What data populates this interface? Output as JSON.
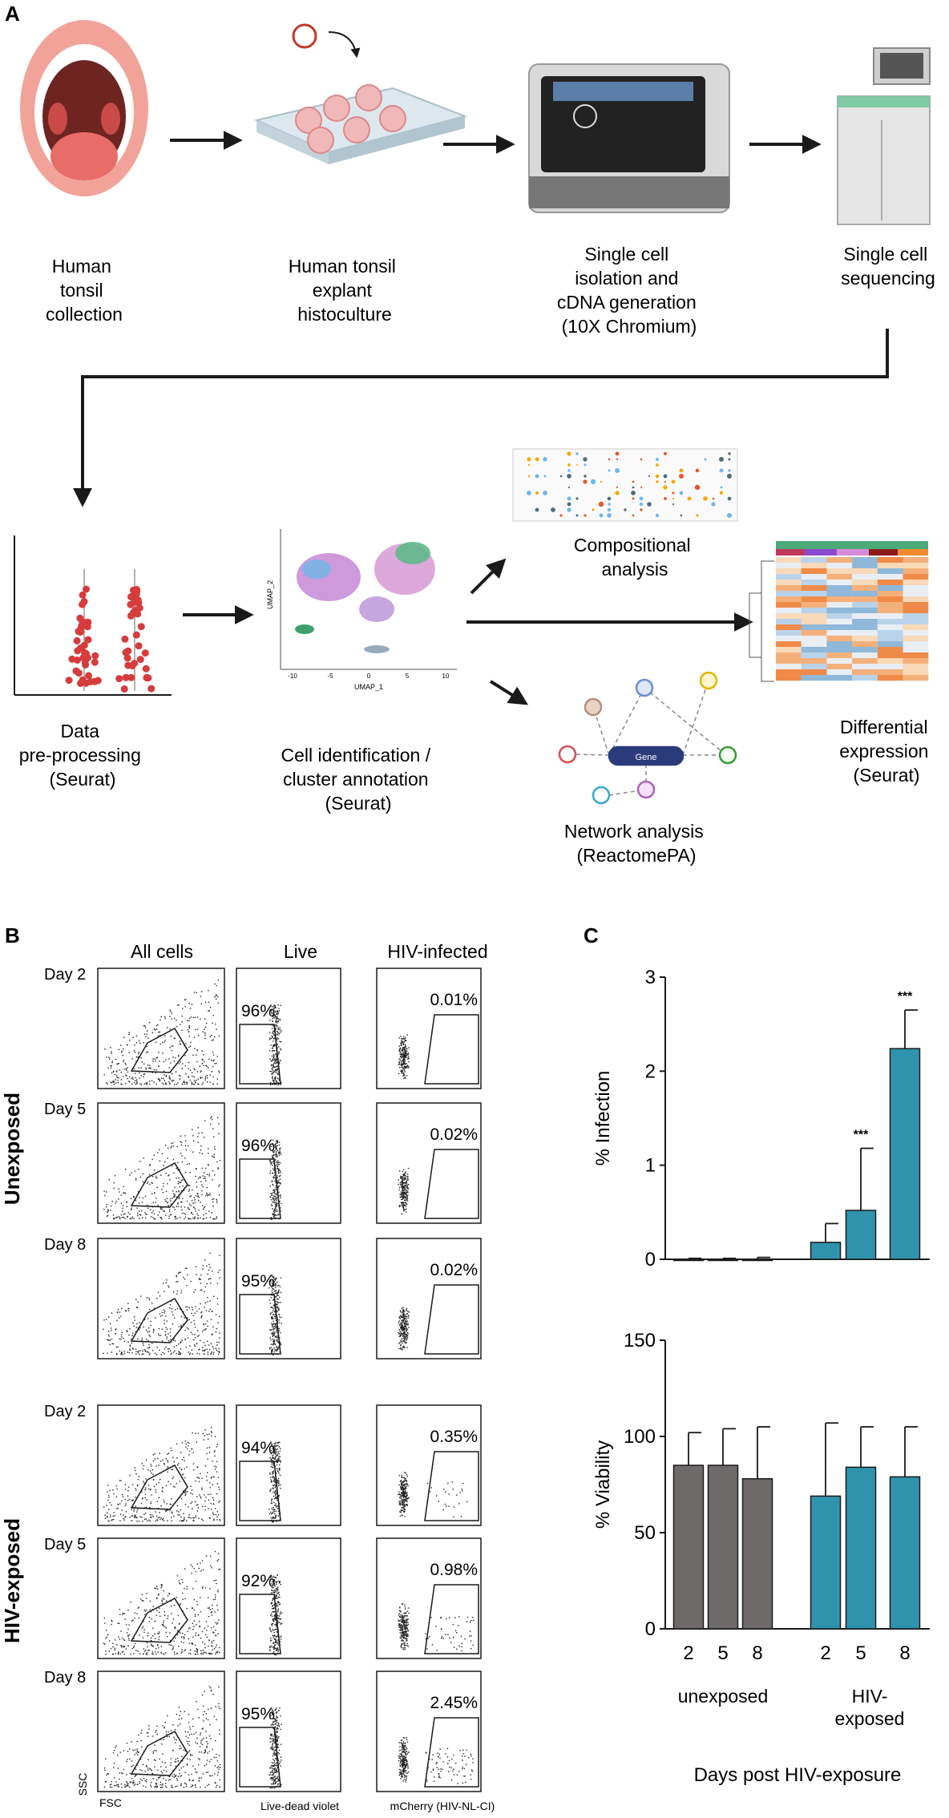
{
  "panel_labels": {
    "a": "A",
    "b": "B",
    "c": "C"
  },
  "panel_a": {
    "steps": [
      {
        "lines": [
          "Human",
          "tonsil",
          "collection"
        ]
      },
      {
        "lines": [
          "Human tonsil",
          "explant",
          "histoculture"
        ]
      },
      {
        "lines": [
          "Single cell",
          "isolation and",
          "cDNA generation",
          "(10X Chromium)"
        ]
      },
      {
        "lines": [
          "Single cell",
          "sequencing"
        ]
      },
      {
        "lines": [
          "Data",
          "pre-processing",
          "(Seurat)"
        ]
      },
      {
        "lines": [
          "Cell identification /",
          "cluster annotation",
          "(Seurat)"
        ]
      },
      {
        "lines": [
          "Compositional",
          "analysis"
        ]
      },
      {
        "lines": [
          "Network analysis",
          "(ReactomePA)"
        ]
      },
      {
        "lines": [
          "Differential",
          "expression",
          "(Seurat)"
        ]
      }
    ],
    "umap_axes": {
      "x": "UMAP_1",
      "y": "UMAP_2"
    },
    "umap_ticks": [
      "-10",
      "-5",
      "0",
      "5",
      "10"
    ],
    "network_center": "Gene"
  },
  "panel_b": {
    "columns": [
      "All cells",
      "Live",
      "HIV-infected"
    ],
    "groups": [
      "Unexposed",
      "HIV-exposed"
    ],
    "rows": [
      {
        "day": "Day 2",
        "live": "96%",
        "infected": "0.01%"
      },
      {
        "day": "Day 5",
        "live": "96%",
        "infected": "0.02%"
      },
      {
        "day": "Day 8",
        "live": "95%",
        "infected": "0.02%"
      },
      {
        "day": "Day 2",
        "live": "94%",
        "infected": "0.35%"
      },
      {
        "day": "Day 5",
        "live": "92%",
        "infected": "0.98%"
      },
      {
        "day": "Day 8",
        "live": "95%",
        "infected": "2.45%"
      }
    ],
    "axis_labels": {
      "ssc": "SSC",
      "fsc": "FSC",
      "live": "Live-dead violet",
      "mcherry": "mCherry (HIV-NL-CI)"
    }
  },
  "colors": {
    "unexposed": "#6e6a6a",
    "exposed": "#2f93ad",
    "arrow": "#1a1a1a"
  },
  "chart_data": [
    {
      "type": "bar",
      "ylabel": "% Infection",
      "ylim": [
        0,
        3
      ],
      "yticks": [
        "0",
        "1",
        "2",
        "3"
      ],
      "categories": [
        "2",
        "5",
        "8",
        "2",
        "5",
        "8"
      ],
      "values": [
        0.0,
        0.0,
        0.0,
        0.18,
        0.52,
        2.24
      ],
      "errors": [
        0.01,
        0.01,
        0.02,
        0.2,
        0.66,
        0.41
      ],
      "significance": [
        "",
        "",
        "",
        "",
        "***",
        "***"
      ]
    },
    {
      "type": "bar",
      "ylabel": "% Viability",
      "ylim": [
        0,
        150
      ],
      "yticks": [
        "0",
        "50",
        "100",
        "150"
      ],
      "categories": [
        "2",
        "5",
        "8",
        "2",
        "5",
        "8"
      ],
      "values": [
        85,
        85,
        78,
        69,
        84,
        79
      ],
      "errors": [
        17,
        19,
        27,
        38,
        21,
        26
      ],
      "group_labels": [
        [
          "unexposed"
        ],
        [
          "HIV-",
          "exposed"
        ]
      ],
      "xlabel": "Days post HIV-exposure"
    }
  ]
}
